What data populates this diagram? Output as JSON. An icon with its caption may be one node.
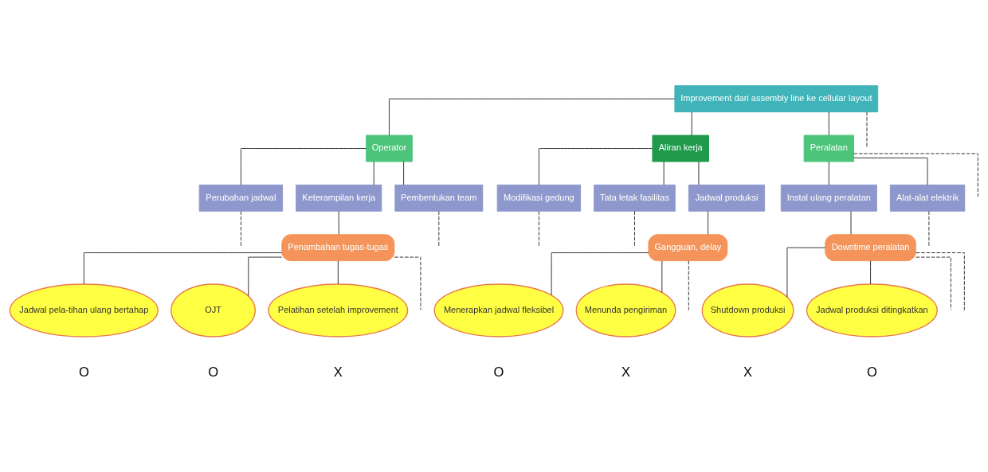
{
  "diagram": {
    "nodes": [
      {
        "text": [
          "Improvement dari assembly line ke cellular layout"
        ]
      },
      {
        "text": [
          "Operator"
        ]
      },
      {
        "text": [
          "Aliran kerja"
        ]
      },
      {
        "text": [
          "Peralatan"
        ]
      },
      {
        "text": [
          "Perubahan jadwal"
        ]
      },
      {
        "text": [
          "Keterampilan kerja"
        ]
      },
      {
        "text": [
          "Pembentukan team"
        ]
      },
      {
        "text": [
          "Modifikasi gedung"
        ]
      },
      {
        "text": [
          "Tata letak fasilitas"
        ]
      },
      {
        "text": [
          "Jadwal produksi"
        ]
      },
      {
        "text": [
          "Instal ulang peralatan"
        ]
      },
      {
        "text": [
          "Alat-alat elektrik"
        ]
      },
      {
        "text": [
          "Penambahan tugas-tugas"
        ]
      },
      {
        "text": [
          "Gangguan, delay"
        ]
      },
      {
        "text": [
          "Downtime peralatan"
        ]
      },
      {
        "text": [
          "Jadwal pela-tihan ulang bertahap"
        ],
        "beside": [
          "O"
        ]
      },
      {
        "text": [
          "OJT"
        ],
        "beside": [
          "O"
        ]
      },
      {
        "text": [
          "Pelatihan setelah improvement"
        ],
        "beside": [
          "X"
        ]
      },
      {
        "text": [
          "Menerapkan jadwal fleksibel"
        ],
        "beside": [
          "O"
        ]
      },
      {
        "text": [
          "Menunda pengiriman"
        ],
        "beside": [
          "X"
        ]
      },
      {
        "text": [
          "Shutdown produksi"
        ],
        "beside": [
          "X"
        ]
      },
      {
        "text": [
          "Jadwal produksi ditingkatkan"
        ],
        "beside": [
          "O"
        ]
      }
    ],
    "edges": [
      {
        "from": 0,
        "to": 1,
        "arrow": "none"
      },
      {
        "from": 0,
        "to": 2,
        "arrow": "none"
      },
      {
        "from": 0,
        "to": 3,
        "arrow": "none"
      },
      {
        "from": 0,
        "to": null,
        "arrow": "none",
        "style": "dashed"
      },
      {
        "from": 1,
        "to": 4,
        "arrow": "none"
      },
      {
        "from": 1,
        "to": 5,
        "arrow": "none"
      },
      {
        "from": 1,
        "to": 6,
        "arrow": "none"
      },
      {
        "from": 2,
        "to": 7,
        "arrow": "none"
      },
      {
        "from": 2,
        "to": 8,
        "arrow": "none"
      },
      {
        "from": 2,
        "to": 9,
        "arrow": "none"
      },
      {
        "from": 3,
        "to": 10,
        "arrow": "none"
      },
      {
        "from": 3,
        "to": 11,
        "arrow": "none"
      },
      {
        "from": 3,
        "to": null,
        "arrow": "none",
        "style": "dashed"
      },
      {
        "from": 4,
        "to": null,
        "arrow": "none",
        "style": "dashed"
      },
      {
        "from": 5,
        "to": 12,
        "arrow": "none"
      },
      {
        "from": 6,
        "to": null,
        "arrow": "none",
        "style": "dashed"
      },
      {
        "from": 7,
        "to": null,
        "arrow": "none",
        "style": "dashed"
      },
      {
        "from": 8,
        "to": null,
        "arrow": "none",
        "style": "dashed"
      },
      {
        "from": 9,
        "to": 13,
        "arrow": "none"
      },
      {
        "from": 10,
        "to": 14,
        "arrow": "none"
      },
      {
        "from": 11,
        "to": null,
        "arrow": "none",
        "style": "dashed"
      },
      {
        "from": 12,
        "to": null,
        "arrow": "none",
        "style": "dashed"
      },
      {
        "from": 12,
        "to": 15,
        "arrow": "none"
      },
      {
        "from": 12,
        "to": 16,
        "arrow": "none"
      },
      {
        "from": 12,
        "to": 17,
        "arrow": "none"
      },
      {
        "from": 13,
        "to": 18,
        "arrow": "none"
      },
      {
        "from": 13,
        "to": 19,
        "arrow": "none"
      },
      {
        "from": 13,
        "to": null,
        "arrow": "none",
        "style": "dashed"
      },
      {
        "from": 14,
        "to": null,
        "arrow": "none",
        "style": "dashed"
      },
      {
        "from": 14,
        "to": 20,
        "arrow": "none"
      },
      {
        "from": 14,
        "to": 21,
        "arrow": "none"
      },
      {
        "from": 14,
        "to": null,
        "arrow": "none",
        "style": "dashed"
      }
    ]
  }
}
